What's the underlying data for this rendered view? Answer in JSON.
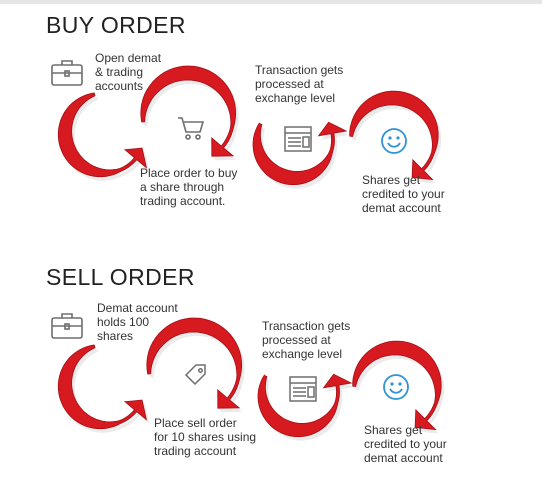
{
  "buy": {
    "title": "BUY ORDER",
    "steps": [
      {
        "icon": "briefcase-icon",
        "lines": [
          "Open demat",
          "& trading",
          "accounts"
        ]
      },
      {
        "icon": "shopping-cart-icon",
        "lines": [
          "Place order to buy",
          "a share through",
          "trading account."
        ]
      },
      {
        "icon": "browser-window-icon",
        "lines": [
          "Transaction gets",
          "processed at",
          "exchange level"
        ]
      },
      {
        "icon": "smiley-icon",
        "lines": [
          "Shares get",
          "credited to your",
          "demat account"
        ]
      }
    ]
  },
  "sell": {
    "title": "SELL ORDER",
    "steps": [
      {
        "icon": "briefcase-icon",
        "lines": [
          "Demat account",
          "holds 100",
          "shares"
        ]
      },
      {
        "icon": "price-tag-icon",
        "lines": [
          "Place sell order",
          "for 10 shares using",
          "trading account"
        ]
      },
      {
        "icon": "browser-window-icon",
        "lines": [
          "Transaction gets",
          "processed at",
          "exchange level"
        ]
      },
      {
        "icon": "smiley-icon",
        "lines": [
          "Shares get",
          "credited to your",
          "demat account"
        ]
      }
    ]
  },
  "colors": {
    "arrow": "#d71920",
    "arrow_dark": "#a60f16",
    "icon": "#6e6e6e",
    "smiley": "#2f93d4"
  }
}
